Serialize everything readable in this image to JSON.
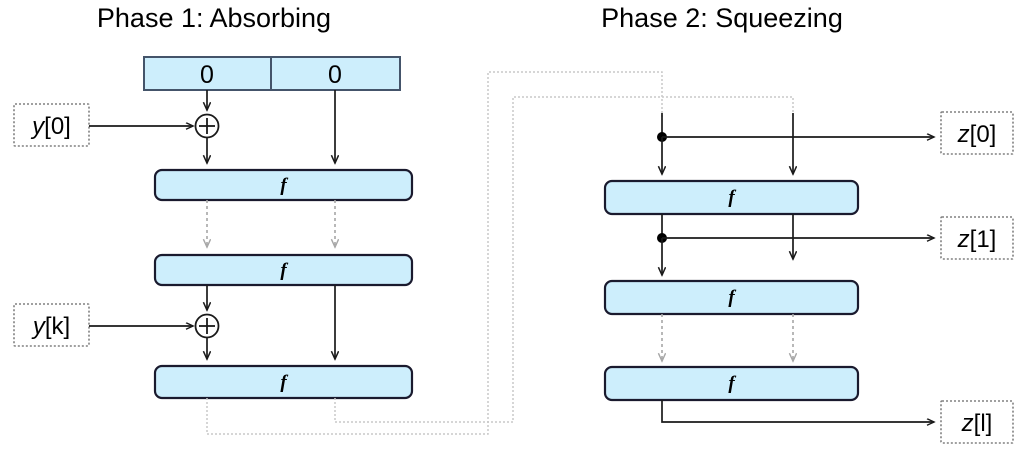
{
  "figure": {
    "kind": "sponge-construction-diagram",
    "background_color": "#ffffff"
  },
  "colors": {
    "block_fill": "#cdeefc",
    "block_stroke": "#1a1a2e",
    "state_stroke": "#44546a",
    "solid_arrow": "#1a1a1a",
    "dashed_arrow": "#a6a6a6",
    "feedback_line": "#c9c9c9",
    "io_box_stroke": "#808080",
    "text": "#000000"
  },
  "phase1": {
    "title": "Phase 1: Absorbing",
    "state_cells": [
      {
        "label": "0",
        "name": "rate-cell"
      },
      {
        "label": "0",
        "name": "capacity-cell"
      }
    ],
    "inputs": [
      {
        "label_var": "y",
        "label_idx": "[0]",
        "full": "y[0]"
      },
      {
        "label_var": "y",
        "label_idx": "[k]",
        "full": "y[k]"
      }
    ],
    "permutations": [
      {
        "label": "f"
      },
      {
        "label": "f"
      },
      {
        "label": "f"
      }
    ],
    "xor_symbol": "+"
  },
  "phase2": {
    "title": "Phase 2: Squeezing",
    "outputs": [
      {
        "label_var": "z",
        "label_idx": "[0]",
        "full": "z[0]"
      },
      {
        "label_var": "z",
        "label_idx": "[1]",
        "full": "z[1]"
      },
      {
        "label_var": "z",
        "label_idx": "[l]",
        "full": "z[l]"
      }
    ],
    "permutations": [
      {
        "label": "f"
      },
      {
        "label": "f"
      },
      {
        "label": "f"
      }
    ]
  }
}
